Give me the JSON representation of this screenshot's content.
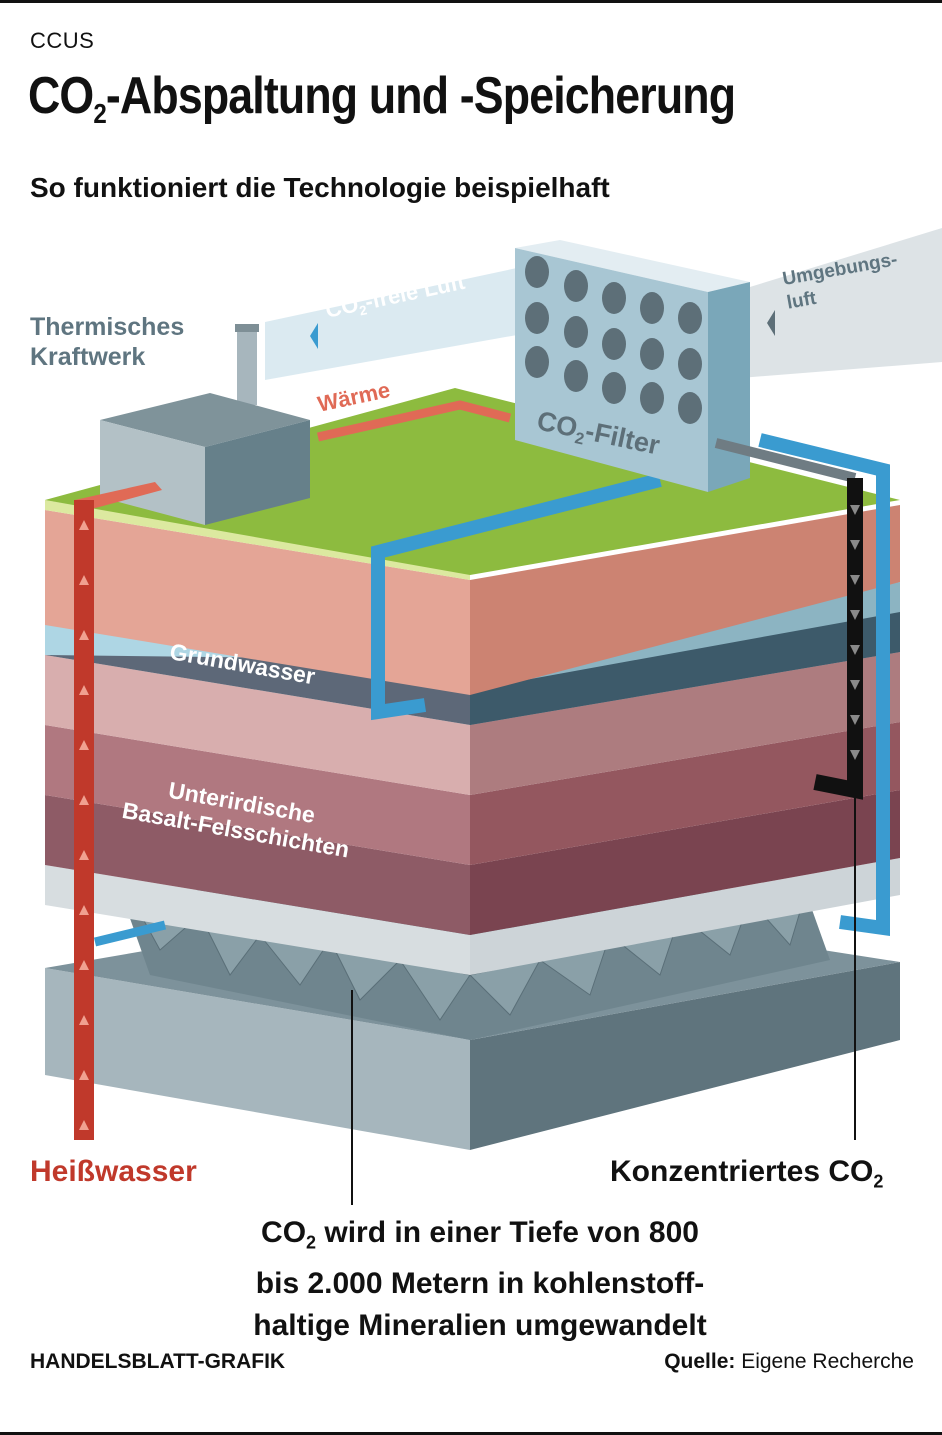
{
  "header": {
    "kicker": "CCUS",
    "title_main": "CO",
    "title_sub": "2",
    "title_rest": "-Abspaltung und -Speicherung",
    "subtitle": "So funktioniert die Technologie beispielhaft"
  },
  "labels": {
    "kraftwerk_line1": "Thermisches",
    "kraftwerk_line2": "Kraftwerk",
    "waerme": "Wärme",
    "co2freie_main": "CO",
    "co2freie_sub": "2",
    "co2freie_rest": "-freie Luft",
    "umgebung_line1": "Umgebungs-",
    "umgebung_line2": "luft",
    "filter_main": "CO",
    "filter_sub": "2",
    "filter_rest": "-Filter",
    "grundwasser": "Grundwasser",
    "basalt_line1": "Unterirdische",
    "basalt_line2": "Basalt-Felsschichten",
    "heisswasser": "Heißwasser",
    "konz_main": "Konzentriertes CO",
    "konz_sub": "2",
    "note_main": "CO",
    "note_sub": "2",
    "note_line1_rest": " wird in einer Tiefe von 800",
    "note_line2": "bis 2.000 Metern in kohlenstoff-",
    "note_line3": "haltige Mineralien umgewandelt"
  },
  "footer": {
    "brand": "HANDELSBLATT-GRAFIK",
    "source_label": "Quelle:",
    "source_value": " Eigene Recherche"
  },
  "colors": {
    "hot_water": "#c0392b",
    "cold_water": "#3a9bd0",
    "grass": "#8dbb3f",
    "co2_pipe": "#111111",
    "label_gray": "#5f7580",
    "label_light": "#ffffff"
  }
}
